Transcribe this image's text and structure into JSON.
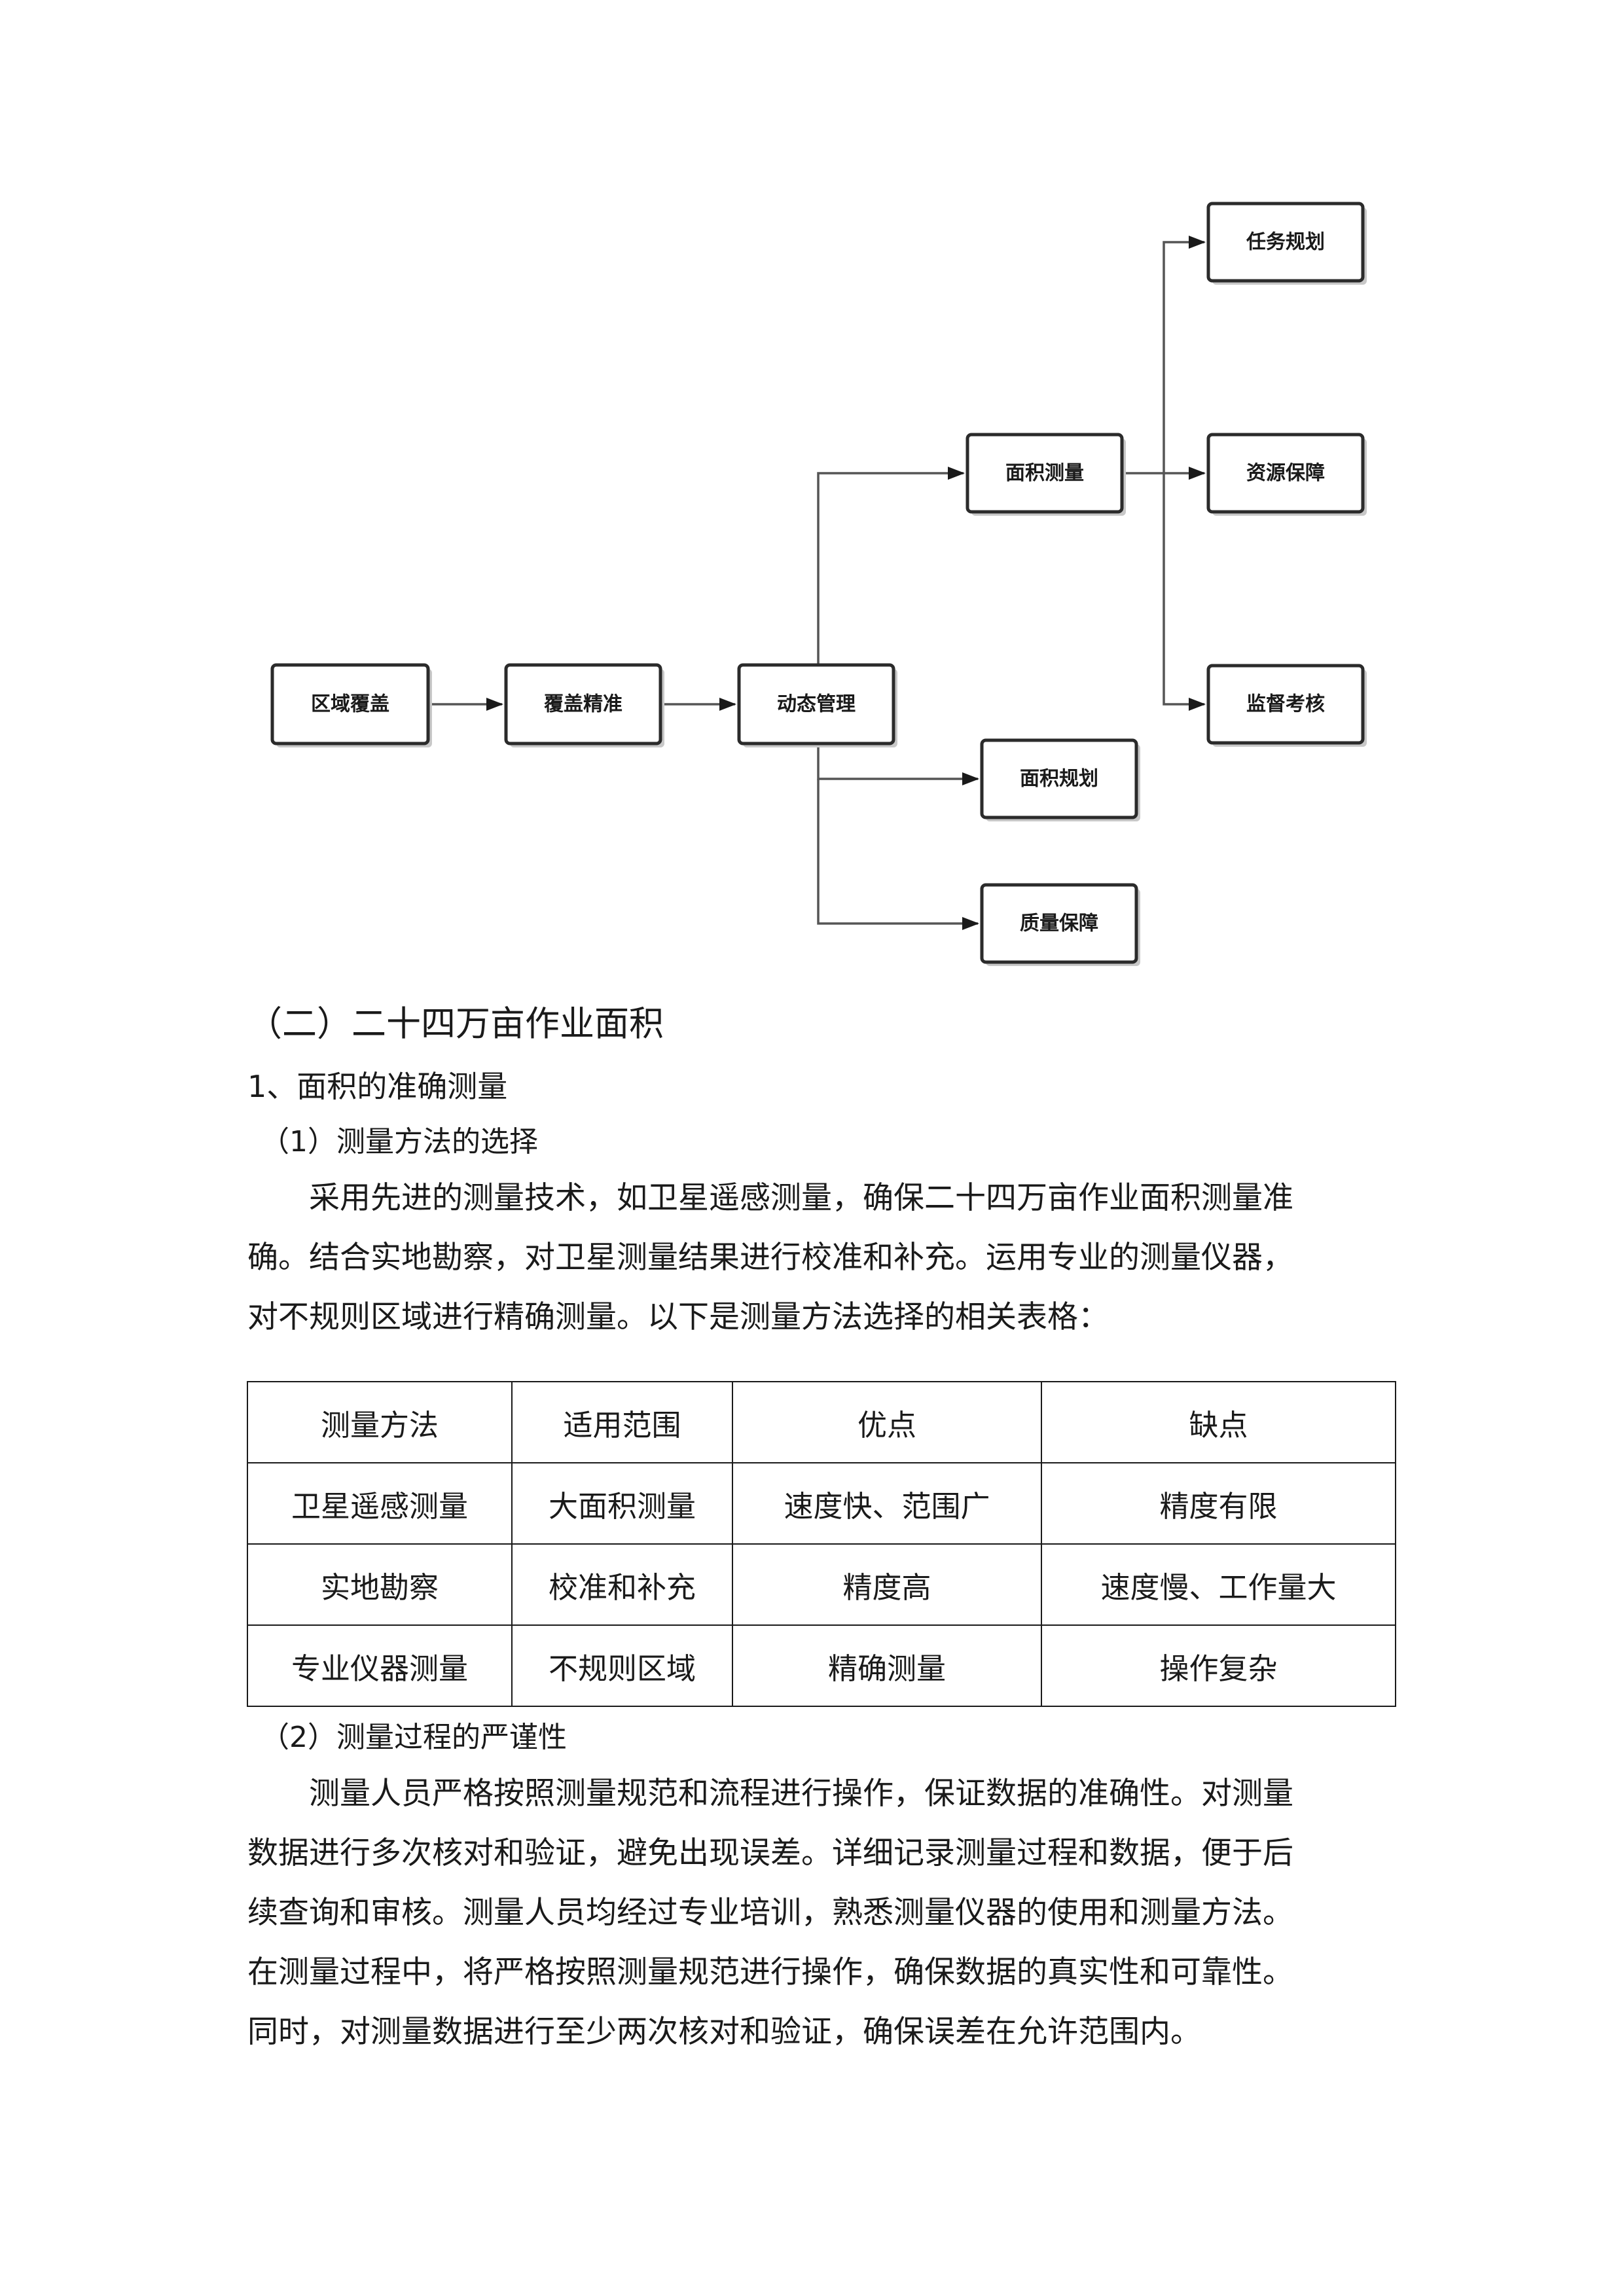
{
  "flowchart": {
    "nodes": {
      "region_coverage": "区域覆盖",
      "precise_coverage": "覆盖精准",
      "dynamic_management": "动态管理",
      "area_measurement": "面积测量",
      "area_planning": "面积规划",
      "quality_assurance": "质量保障",
      "task_planning": "任务规划",
      "resource_assurance": "资源保障",
      "supervision_assessment": "监督考核"
    }
  },
  "section_heading": "（二）二十四万亩作业面积",
  "subheading_1": "1、面积的准确测量",
  "subheading_1_1": "（1）测量方法的选择",
  "para_1": [
    "　　采用先进的测量技术，如卫星遥感测量，确保二十四万亩作业面积测量准",
    "确。结合实地勘察，对卫星测量结果进行校准和补充。运用专业的测量仪器，",
    "对不规则区域进行精确测量。以下是测量方法选择的相关表格："
  ],
  "table": {
    "headers": [
      "测量方法",
      "适用范围",
      "优点",
      "缺点"
    ],
    "rows": [
      [
        "卫星遥感测量",
        "大面积测量",
        "速度快、范围广",
        "精度有限"
      ],
      [
        "实地勘察",
        "校准和补充",
        "精度高",
        "速度慢、工作量大"
      ],
      [
        "专业仪器测量",
        "不规则区域",
        "精确测量",
        "操作复杂"
      ]
    ]
  },
  "subheading_1_2": "（2）测量过程的严谨性",
  "para_2": [
    "　　测量人员严格按照测量规范和流程进行操作，保证数据的准确性。对测量",
    "数据进行多次核对和验证，避免出现误差。详细记录测量过程和数据，便于后",
    "续查询和审核。测量人员均经过专业培训，熟悉测量仪器的使用和测量方法。",
    "在测量过程中，将严格按照测量规范进行操作，确保数据的真实性和可靠性。",
    "同时，对测量数据进行至少两次核对和验证，确保误差在允许范围内。"
  ]
}
